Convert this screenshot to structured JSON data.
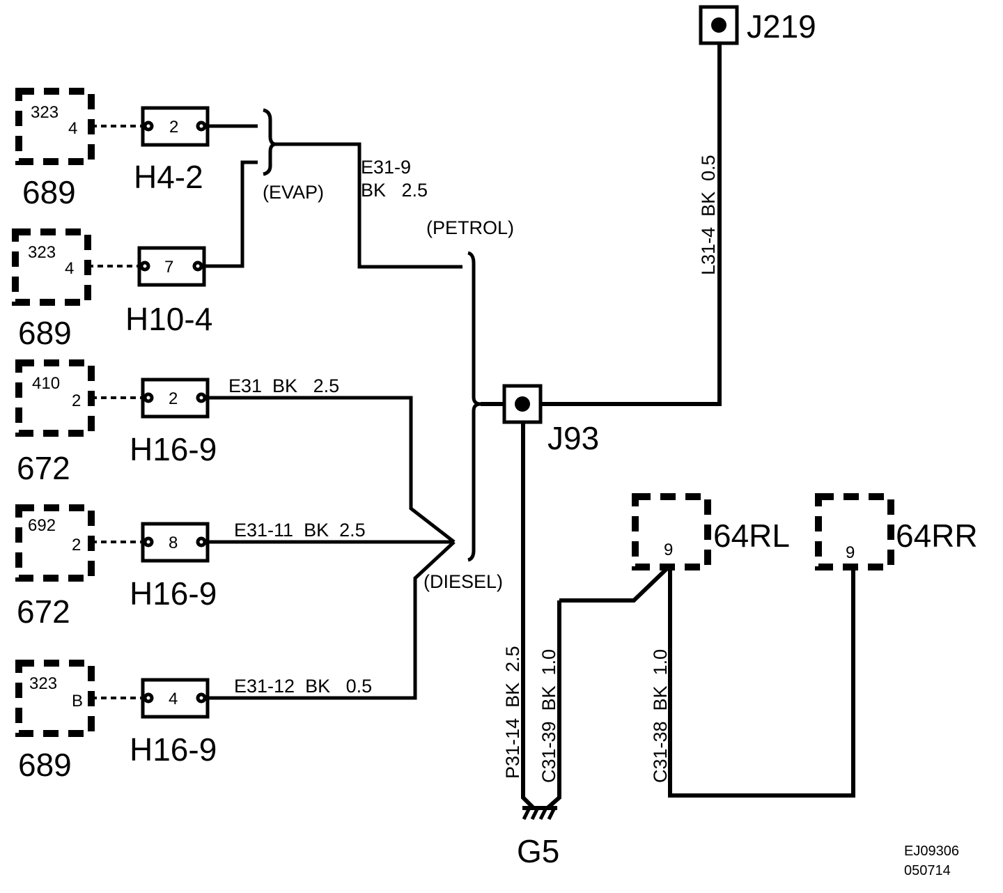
{
  "modules": [
    {
      "code": "323",
      "pin": "4",
      "number": "689"
    },
    {
      "code": "323",
      "pin": "4",
      "number": "689"
    },
    {
      "code": "410",
      "pin": "2",
      "number": "672"
    },
    {
      "code": "692",
      "pin": "2",
      "number": "672"
    },
    {
      "code": "323",
      "pin": "B",
      "number": "689"
    }
  ],
  "inline_connectors": [
    {
      "pin": "2",
      "label": "H4-2"
    },
    {
      "pin": "7",
      "label": "H10-4"
    },
    {
      "pin": "2",
      "label": "H16-9"
    },
    {
      "pin": "8",
      "label": "H16-9"
    },
    {
      "pin": "4",
      "label": "H16-9"
    }
  ],
  "wires": {
    "e31_9_code": "E31-9",
    "e31_9_spec": "BK   2.5",
    "e31": "E31  BK   2.5",
    "e31_11": "E31-11  BK  2.5",
    "e31_12": "E31-12  BK   0.5",
    "l31_4": "L31-4  BK  0.5",
    "p31_14": "P31-14  BK  2.5",
    "c31_39": "C31-39  BK  1.0",
    "c31_38": "C31-38  BK  1.0"
  },
  "variants": {
    "evap": "(EVAP)",
    "petrol": "(PETROL)",
    "diesel": "(DIESEL)"
  },
  "splices": {
    "j219": "J219",
    "j93": "J93"
  },
  "ground": "G5",
  "right_modules": [
    {
      "pin": "9",
      "label": "64RL"
    },
    {
      "pin": "9",
      "label": "64RR"
    }
  ],
  "ref": {
    "line1": "EJ09306",
    "line2": "050714"
  }
}
